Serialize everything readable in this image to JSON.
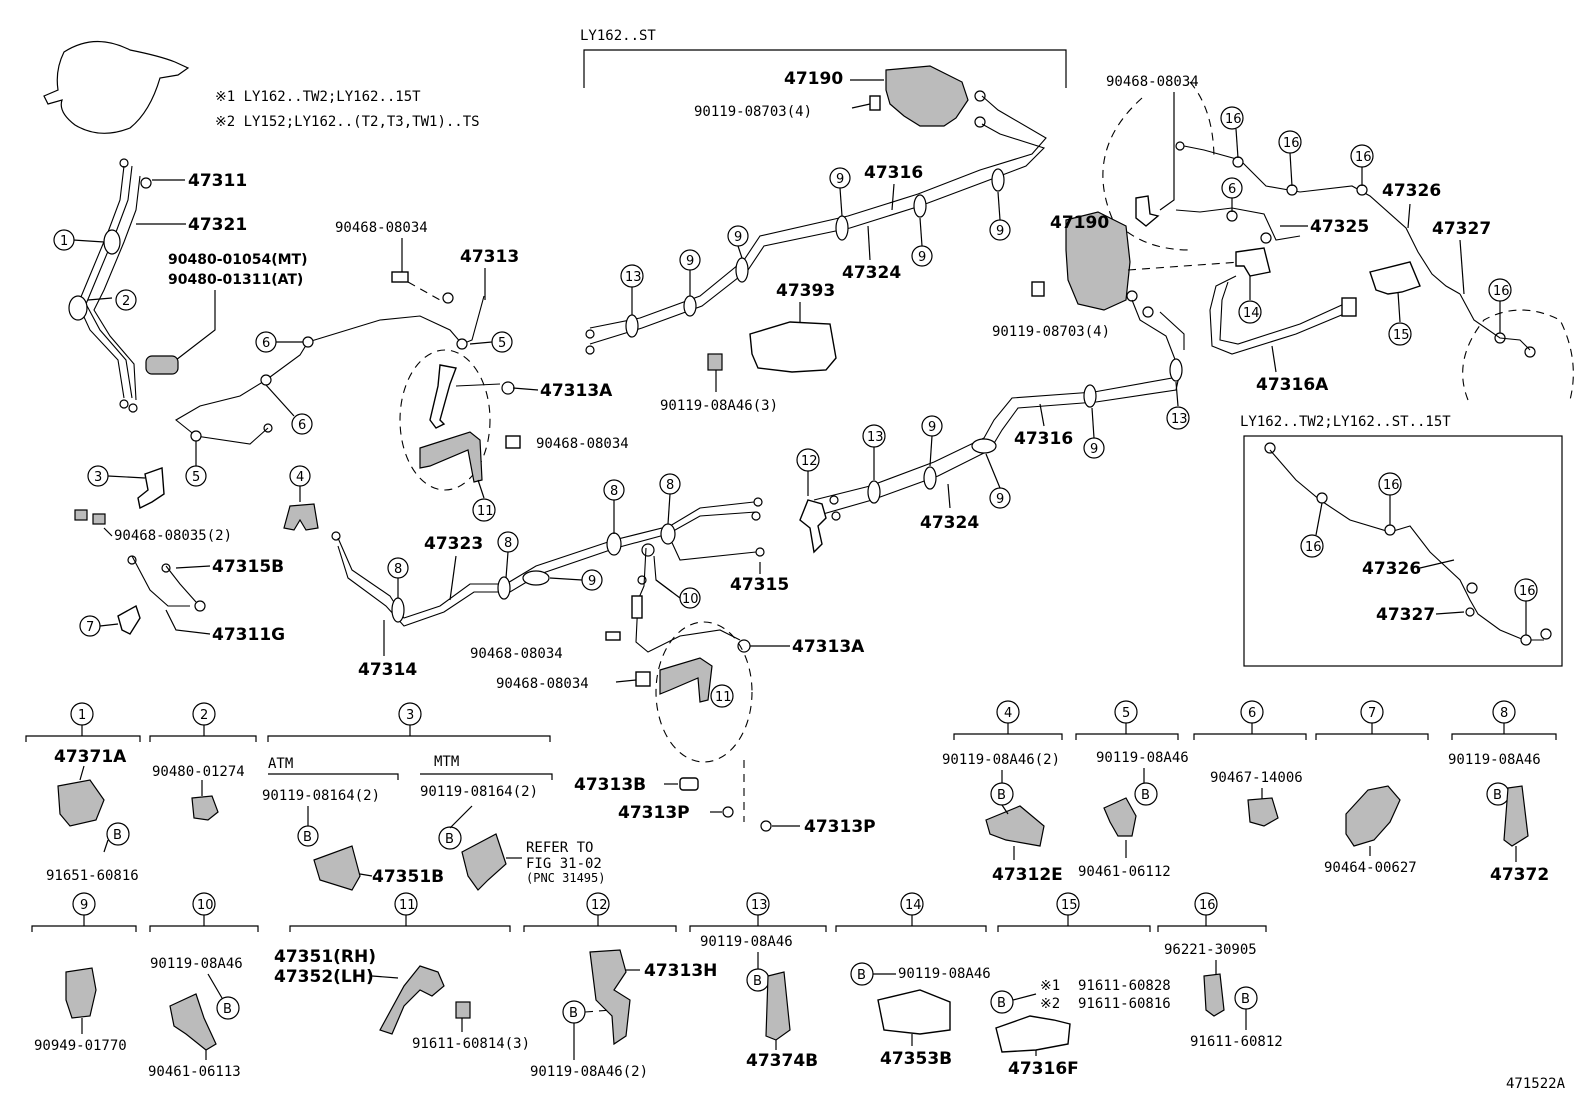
{
  "header": {
    "model_bracket": "LY162..ST",
    "note1": "※1 LY162..TW2;LY162..15T",
    "note2": "※2 LY152;LY162..(T2,T3,TW1)..TS"
  },
  "inset": {
    "title": "LY162..TW2;LY162..ST..15T",
    "labels": {
      "p47326": "47326",
      "p47327": "47327"
    },
    "callouts": [
      "16",
      "16",
      "16"
    ]
  },
  "parts": {
    "p47311": "47311",
    "p47321": "47321",
    "p90480_01054": "90480-01054(MT)",
    "p90480_01311": "90480-01311(AT)",
    "p90468_08034_a": "90468-08034",
    "p47313": "47313",
    "p47313A_a": "47313A",
    "p90468_08034_b": "90468-08034",
    "p90468_08035": "90468-08035(2)",
    "p47315B": "47315B",
    "p47311G": "47311G",
    "p47323": "47323",
    "p47314": "47314",
    "p90468_08034_c": "90468-08034",
    "p90468_08034_d": "90468-08034",
    "p47313A_b": "47313A",
    "p47315": "47315",
    "p47313B": "47313B",
    "p47313P_a": "47313P",
    "p47313P_b": "47313P",
    "p47190_a": "47190",
    "p90119_08703_a": "90119-08703(4)",
    "p47316_a": "47316",
    "p47324_a": "47324",
    "p47393": "47393",
    "p90119_08A46_3": "90119-08A46(3)",
    "p47316_b": "47316",
    "p47324_b": "47324",
    "p90468_08034_e": "90468-08034",
    "p47190_b": "47190",
    "p90119_08703_b": "90119-08703(4)",
    "p47325": "47325",
    "p47326": "47326",
    "p47327": "47327",
    "p47316A": "47316A"
  },
  "callouts": {
    "c1": "1",
    "c2": "2",
    "c3": "3",
    "c4": "4",
    "c5a": "5",
    "c5b": "5",
    "c6a": "6",
    "c6b": "6",
    "c7": "7",
    "c8a": "8",
    "c8b": "8",
    "c8c": "8",
    "c8d": "8",
    "c9a": "9",
    "c9b": "9",
    "c9c": "9",
    "c9d": "9",
    "c9e": "9",
    "c9f": "9",
    "c9g": "9",
    "c9h": "9",
    "c9i": "9",
    "c10": "10",
    "c11a": "11",
    "c11b": "11",
    "c12": "12",
    "c13a": "13",
    "c13b": "13",
    "c13c": "13",
    "c14": "14",
    "c15": "15",
    "c16a": "16",
    "c16b": "16",
    "c16c": "16",
    "c16d": "16",
    "c6c": "6"
  },
  "legend": {
    "g1": {
      "num": "1",
      "part": "47371A",
      "bolt": "91651-60816"
    },
    "g2": {
      "num": "2",
      "part": "90480-01274"
    },
    "g3": {
      "num": "3",
      "atm": "ATM",
      "mtm": "MTM",
      "bolt_atm": "90119-08164(2)",
      "bolt_mtm": "90119-08164(2)",
      "part": "47351B",
      "refer1": "REFER TO",
      "refer2": "FIG 31-02",
      "refer3": "(PNC 31495)"
    },
    "g4": {
      "num": "4",
      "bolt": "90119-08A46(2)",
      "part": "47312E"
    },
    "g5": {
      "num": "5",
      "bolt": "90119-08A46",
      "part": "90461-06112"
    },
    "g6": {
      "num": "6",
      "part": "90467-14006"
    },
    "g7": {
      "num": "7",
      "part": "90464-00627"
    },
    "g8": {
      "num": "8",
      "bolt": "90119-08A46",
      "part": "47372"
    },
    "g9": {
      "num": "9",
      "part": "90949-01770"
    },
    "g10": {
      "num": "10",
      "bolt": "90119-08A46",
      "part": "90461-06113"
    },
    "g11": {
      "num": "11",
      "rh": "47351(RH)",
      "lh": "47352(LH)",
      "bolt": "91611-60814(3)"
    },
    "g12": {
      "num": "12",
      "part": "47313H",
      "bolt": "90119-08A46(2)"
    },
    "g13": {
      "num": "13",
      "bolt": "90119-08A46",
      "part": "47374B"
    },
    "g14": {
      "num": "14",
      "bolt": "90119-08A46",
      "part": "47353B"
    },
    "g15": {
      "num": "15",
      "note1": "※1",
      "note2": "※2",
      "bolt1": "91611-60828",
      "bolt2": "91611-60816",
      "part": "47316F"
    },
    "g16": {
      "num": "16",
      "part": "96221-30905",
      "bolt": "91611-60812"
    },
    "b": "B"
  },
  "figure_id": "471522A"
}
